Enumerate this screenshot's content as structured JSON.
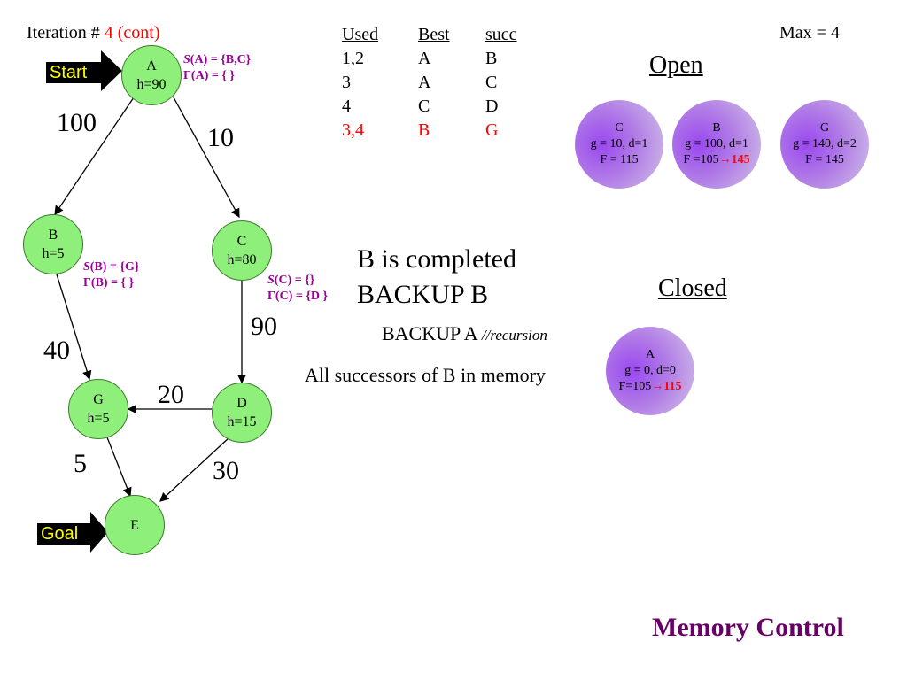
{
  "header": {
    "iteration_label": "Iteration # ",
    "iteration_value": "4 (cont)",
    "max_label": "Max = 4"
  },
  "table": {
    "used": {
      "header": "Used",
      "rows": [
        "1,2",
        "3",
        "4",
        "3,4"
      ]
    },
    "best": {
      "header": "Best",
      "rows": [
        "A",
        "A",
        "C",
        "B"
      ]
    },
    "succ": {
      "header": "succ",
      "rows": [
        "B",
        "C",
        "D",
        "G"
      ]
    },
    "highlight_row": 3,
    "highlight_color": "#ff0000"
  },
  "graph": {
    "nodes": {
      "A": {
        "name": "A",
        "h": "h=90"
      },
      "B": {
        "name": "B",
        "h": "h=5"
      },
      "C": {
        "name": "C",
        "h": "h=80"
      },
      "G": {
        "name": "G",
        "h": "h=5"
      },
      "D": {
        "name": "D",
        "h": "h=15"
      },
      "E": {
        "name": "E"
      }
    },
    "edges": {
      "AB": "100",
      "AC": "10",
      "BG": "40",
      "CD": "90",
      "DG": "20",
      "GE": "5",
      "DE": "30"
    },
    "start_label": "Start",
    "goal_label": "Goal",
    "node_color": "#8ef07a",
    "successor_sets": {
      "A": {
        "s_prefix": "S",
        "s_rest": "(A) = {B,C}",
        "g_prefix": "Γ",
        "g_rest": "(A) = { }"
      },
      "B": {
        "s_prefix": "S",
        "s_rest": "(B) = {G}",
        "g_prefix": "Γ",
        "g_rest": "(B) = { }"
      },
      "C": {
        "s_prefix": "S",
        "s_rest": "(C) = {}",
        "g_prefix": "Γ",
        "g_rest": "(C) = {D }"
      }
    }
  },
  "notes": {
    "completed": "B is completed",
    "backup_b": "BACKUP B",
    "backup_a": "BACKUP A",
    "recursion": "//recursion",
    "successors": "All successors of B in memory"
  },
  "open": {
    "heading": "Open",
    "nodes": [
      {
        "name": "C",
        "line1": "g = 10, d=1",
        "f_prefix": "F = 115",
        "f_new": ""
      },
      {
        "name": "B",
        "line1": "g = 100, d=1",
        "f_prefix": "F =105",
        "arrow": "→",
        "f_new": "145"
      },
      {
        "name": "G",
        "line1": "g = 140, d=2",
        "f_prefix": "F = 145",
        "f_new": ""
      }
    ]
  },
  "closed": {
    "heading": "Closed",
    "nodes": [
      {
        "name": "A",
        "line1": "g = 0, d=0",
        "f_prefix": "F=105",
        "arrow": "→",
        "f_new": "115"
      }
    ]
  },
  "footer": {
    "title": "Memory Control",
    "color": "#660066"
  }
}
